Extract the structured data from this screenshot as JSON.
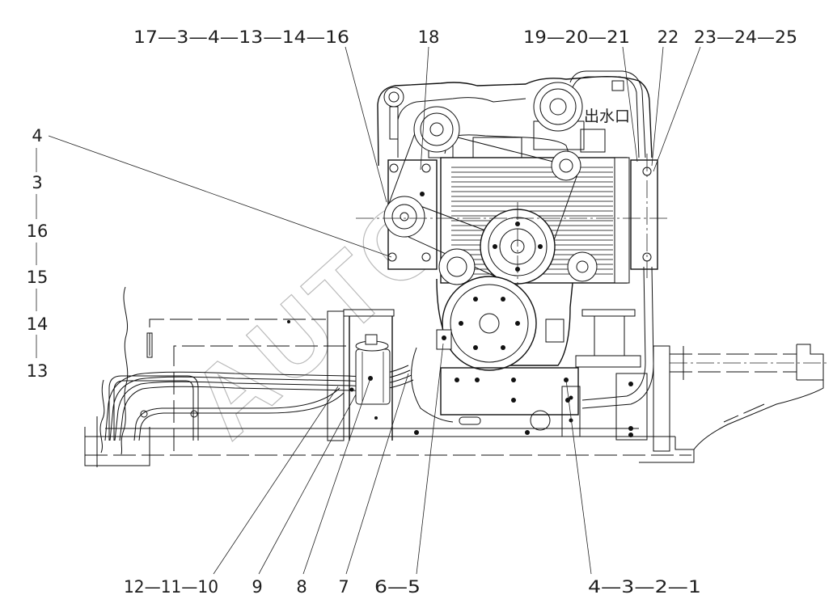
{
  "drawing": {
    "callouts_top": [
      "17—3—4—13—14—16",
      "18",
      "19—20—21",
      "22",
      "23—24—25"
    ],
    "callouts_left": [
      "4",
      "3",
      "16",
      "15",
      "14",
      "13"
    ],
    "callouts_bottom": [
      "12—11—10",
      "9",
      "8",
      "7",
      "6—5",
      "4—3—2—1"
    ],
    "annotation_water_outlet": "出水口",
    "watermark": "AUTO"
  }
}
